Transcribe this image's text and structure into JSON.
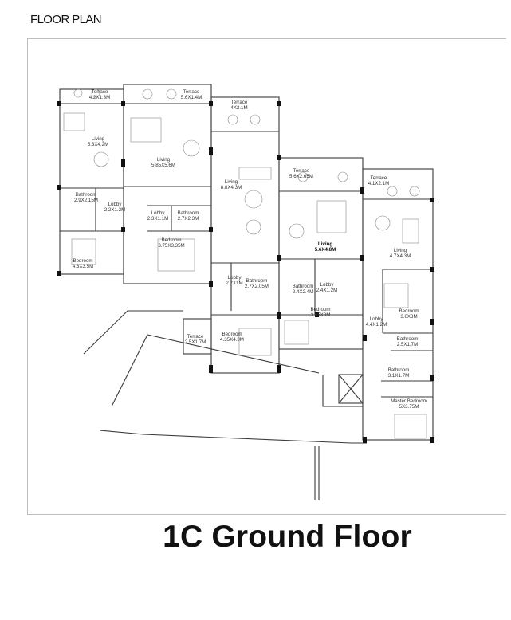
{
  "header": {
    "title": "FLOOR PLAN"
  },
  "caption": {
    "floor_name": "1C Ground Floor"
  },
  "rooms": [
    {
      "id": "terrace-1",
      "name": "Terrace",
      "size": "4.2X1.3M"
    },
    {
      "id": "terrace-2",
      "name": "Terrace",
      "size": "5.6X1.4M"
    },
    {
      "id": "terrace-3",
      "name": "Terrace",
      "size": "4X2.1M"
    },
    {
      "id": "terrace-4",
      "name": "Terrace",
      "size": "5.6X2.65M"
    },
    {
      "id": "terrace-5",
      "name": "Terrace",
      "size": "4.1X2.1M"
    },
    {
      "id": "terrace-6",
      "name": "Terrace",
      "size": "2.5X1.7M"
    },
    {
      "id": "living-1",
      "name": "Living",
      "size": "5.3X4.2M"
    },
    {
      "id": "living-2",
      "name": "Living",
      "size": "5.85X5.6M"
    },
    {
      "id": "living-3",
      "name": "Living",
      "size": "8.8X4.3M"
    },
    {
      "id": "living-4",
      "name": "Living",
      "size": "5.6X4.8M"
    },
    {
      "id": "living-5",
      "name": "Living",
      "size": "4.7X4.3M"
    },
    {
      "id": "bathroom-1",
      "name": "Bathroom",
      "size": "2.9X2.15M"
    },
    {
      "id": "bathroom-2",
      "name": "Bathroom",
      "size": "2.7X2.3M"
    },
    {
      "id": "bathroom-3",
      "name": "Bathroom",
      "size": "2.7X2.05M"
    },
    {
      "id": "bathroom-4",
      "name": "Bathroom",
      "size": "2.4X2.4M"
    },
    {
      "id": "bathroom-5",
      "name": "Bathroom",
      "size": "2.5X1.7M"
    },
    {
      "id": "bathroom-6",
      "name": "Bathroom",
      "size": "3.1X1.7M"
    },
    {
      "id": "lobby-1",
      "name": "Lobby",
      "size": "2.2X1.2M"
    },
    {
      "id": "lobby-2",
      "name": "Lobby",
      "size": "2.3X1.1M"
    },
    {
      "id": "lobby-3",
      "name": "Lobby",
      "size": "2.7X1M"
    },
    {
      "id": "lobby-4",
      "name": "Lobby",
      "size": "2.4X1.2M"
    },
    {
      "id": "lobby-5",
      "name": "Lobby",
      "size": "4.4X1.2M"
    },
    {
      "id": "bedroom-1",
      "name": "Bedroom",
      "size": "4.3X3.5M"
    },
    {
      "id": "bedroom-2",
      "name": "Bedroom",
      "size": "3.75X3.35M"
    },
    {
      "id": "bedroom-3",
      "name": "Bedroom",
      "size": "4.35X4.3M"
    },
    {
      "id": "bedroom-4",
      "name": "Bedroom",
      "size": "3.65X3M"
    },
    {
      "id": "bedroom-5",
      "name": "Bedroom",
      "size": "3.6X3M"
    },
    {
      "id": "master-bedroom",
      "name": "Master Bedroom",
      "size": "5X3.75M"
    }
  ]
}
